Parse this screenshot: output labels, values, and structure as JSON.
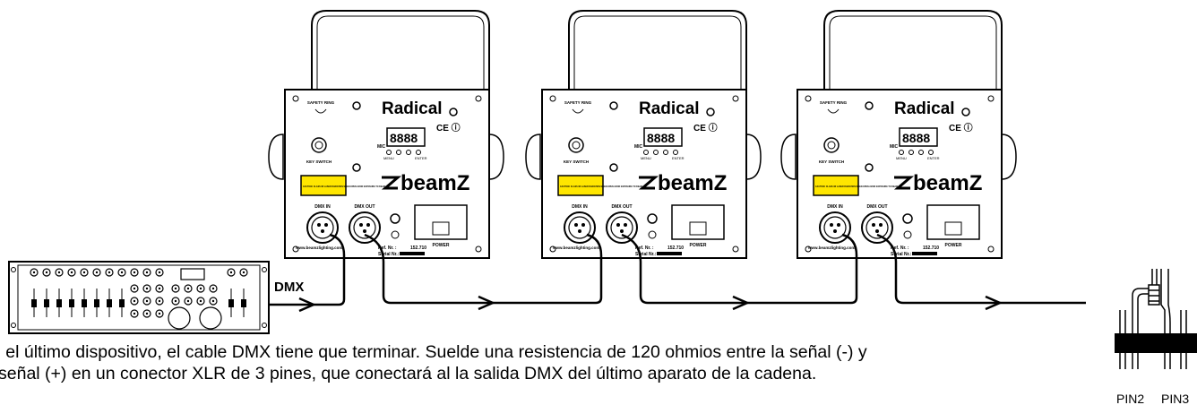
{
  "controller": {
    "signal_label": "DMX"
  },
  "fixtures": [
    {
      "brand": "Radical",
      "logo": "beamZ",
      "labels": {
        "safety_ring": "SAFETY RING",
        "mic": "MIC",
        "key_switch": "KEY SWITCH",
        "menu": "MENU",
        "enter": "ENTER",
        "caution": "CAUTION: CLASS 3R LASER RADIATION WHEN OPEN AVOID EXPOSURE TO BEAM",
        "dmx_in": "DMX IN",
        "dmx_out": "DMX OUT",
        "power": "POWER",
        "ref_no": "Ref. Nr. :",
        "ref_value": "152.710",
        "serial_no": "Serial Nr.:",
        "website": "www.beamzlighting.com"
      }
    },
    {
      "brand": "Radical",
      "logo": "beamZ",
      "labels": {
        "safety_ring": "SAFETY RING",
        "mic": "MIC",
        "key_switch": "KEY SWITCH",
        "menu": "MENU",
        "enter": "ENTER",
        "caution": "CAUTION: CLASS 3R LASER RADIATION WHEN OPEN AVOID EXPOSURE TO BEAM",
        "dmx_in": "DMX IN",
        "dmx_out": "DMX OUT",
        "power": "POWER",
        "ref_no": "Ref. Nr. :",
        "ref_value": "152.710",
        "serial_no": "Serial Nr.:",
        "website": "www.beamzlighting.com"
      }
    },
    {
      "brand": "Radical",
      "logo": "beamZ",
      "labels": {
        "safety_ring": "SAFETY RING",
        "mic": "MIC",
        "key_switch": "KEY SWITCH",
        "menu": "MENU",
        "enter": "ENTER",
        "caution": "CAUTION: CLASS 3R LASER RADIATION WHEN OPEN AVOID EXPOSURE TO BEAM",
        "dmx_in": "DMX IN",
        "dmx_out": "DMX OUT",
        "power": "POWER",
        "ref_no": "Ref. Nr. :",
        "ref_value": "152.710",
        "serial_no": "Serial Nr.:",
        "website": "www.beamzlighting.com"
      }
    }
  ],
  "terminator": {
    "pin_labels": [
      "PIN2",
      "PIN3"
    ]
  },
  "caption": {
    "line1": "n el último dispositivo, el cable DMX tiene que terminar. Suelde una resistencia de 120 ohmios entre la señal (-) y",
    "line2": "señal (+) en un conector XLR de 3 pines, que conectará al la salida DMX del último aparato de la cadena."
  },
  "colors": {
    "line": "#000000",
    "caution_fill": "#ffe600",
    "background": "#ffffff"
  }
}
